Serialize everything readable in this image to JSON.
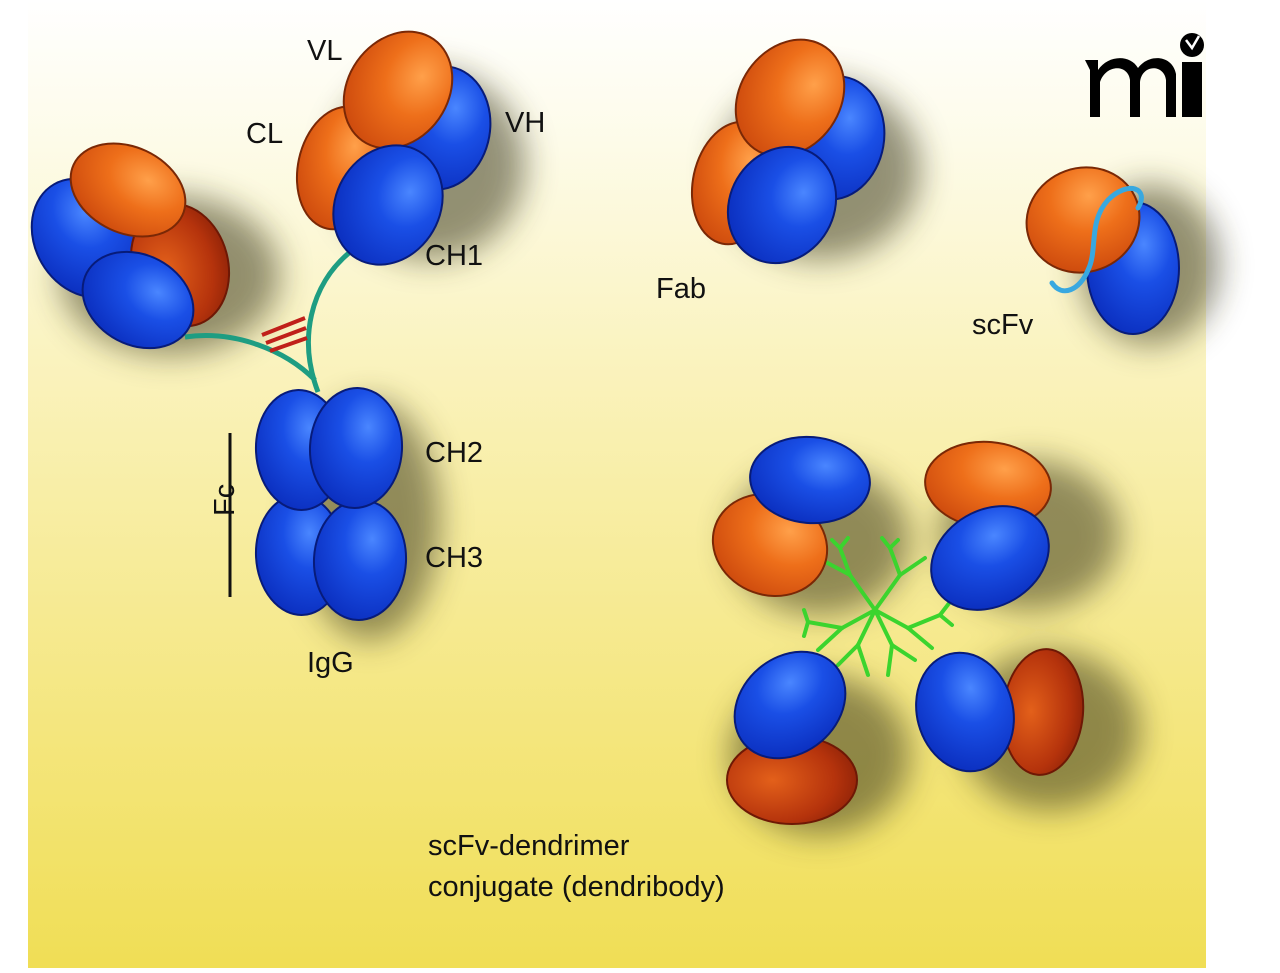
{
  "logo": {
    "text": "mi"
  },
  "igg": {
    "labels": {
      "vl": "VL",
      "vh": "VH",
      "cl": "CL",
      "ch1": "CH1",
      "ch2": "CH2",
      "ch3": "CH3",
      "fc": "Fc",
      "name": "IgG"
    }
  },
  "fab": {
    "label": "Fab"
  },
  "scfv": {
    "label": "scFv"
  },
  "dendribody": {
    "label_line1": "scFv-dendrimer",
    "label_line2": "conjugate (dendribody)"
  },
  "colors": {
    "heavy_chain": "#1040d8",
    "light_chain": "#e86a18",
    "hinge_linker": "#1e9d82",
    "disulfide": "#c0201a",
    "scfv_linker": "#38a8e0",
    "dendrimer": "#3bd42e",
    "background_top": "#ffffff",
    "background_bottom": "#f0de55"
  }
}
